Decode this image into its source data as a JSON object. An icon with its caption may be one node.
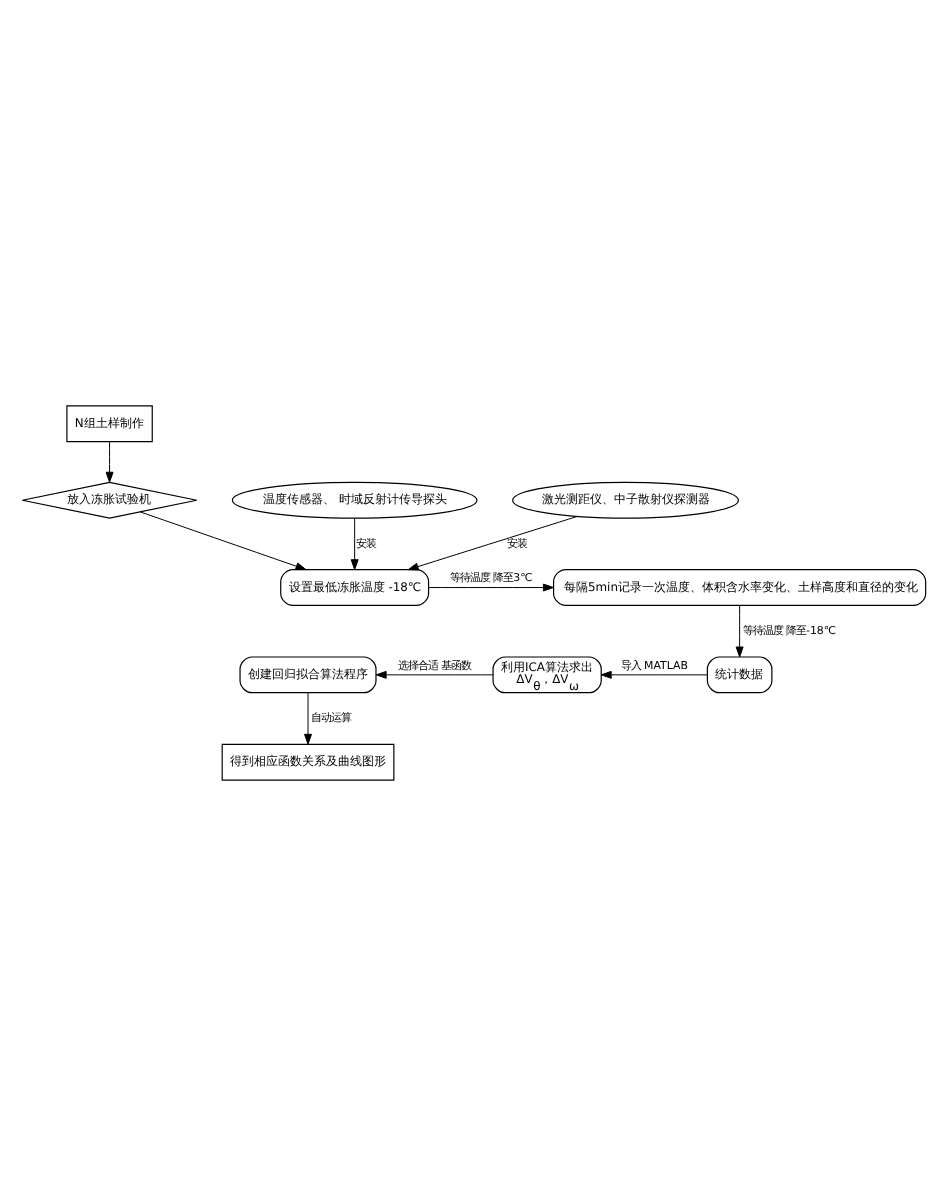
{
  "diagram": {
    "nodes": [
      {
        "text": [
          "N组土样制作"
        ]
      },
      {
        "text": [
          "放入冻胀试验机"
        ]
      },
      {
        "text": [
          "温度传感器、 时域反射计传导探头"
        ]
      },
      {
        "text": [
          "激光测距仪、中子散射仪探测器"
        ]
      },
      {
        "text": [
          "设置最低冻胀温度 -18℃"
        ]
      },
      {
        "text": [
          "每隔5min记录一次温度、体积含水率变化、土样高度和直径的变化"
        ]
      },
      {
        "text": [
          "统计数据"
        ]
      },
      {
        "text": [
          "利用ICA算法求出",
          "ΔV$_{θ}$，ΔV$_{ω}$"
        ]
      },
      {
        "text": [
          "创建回归拟合算法程序"
        ]
      },
      {
        "text": [
          "得到相应函数关系及曲线图形"
        ]
      }
    ],
    "edges": [
      {
        "from": 0,
        "to": 1,
        "arrow": "to"
      },
      {
        "from": 1,
        "to": 4,
        "arrow": "to"
      },
      {
        "from": 2,
        "to": 4,
        "arrow": "to",
        "label": "安装"
      },
      {
        "from": 3,
        "to": 4,
        "arrow": "to",
        "label": "安装"
      },
      {
        "from": 4,
        "to": 5,
        "arrow": "to",
        "label": "等待温度 降至3℃"
      },
      {
        "from": 5,
        "to": 6,
        "arrow": "to",
        "label": "等待温度 降至-18℃"
      },
      {
        "from": 6,
        "to": 7,
        "arrow": "to",
        "label": "导入 MATLAB"
      },
      {
        "from": 7,
        "to": 8,
        "arrow": "to",
        "label": "选择合适 基函数"
      },
      {
        "from": 8,
        "to": 9,
        "arrow": "to",
        "label": "自动运算"
      }
    ]
  }
}
